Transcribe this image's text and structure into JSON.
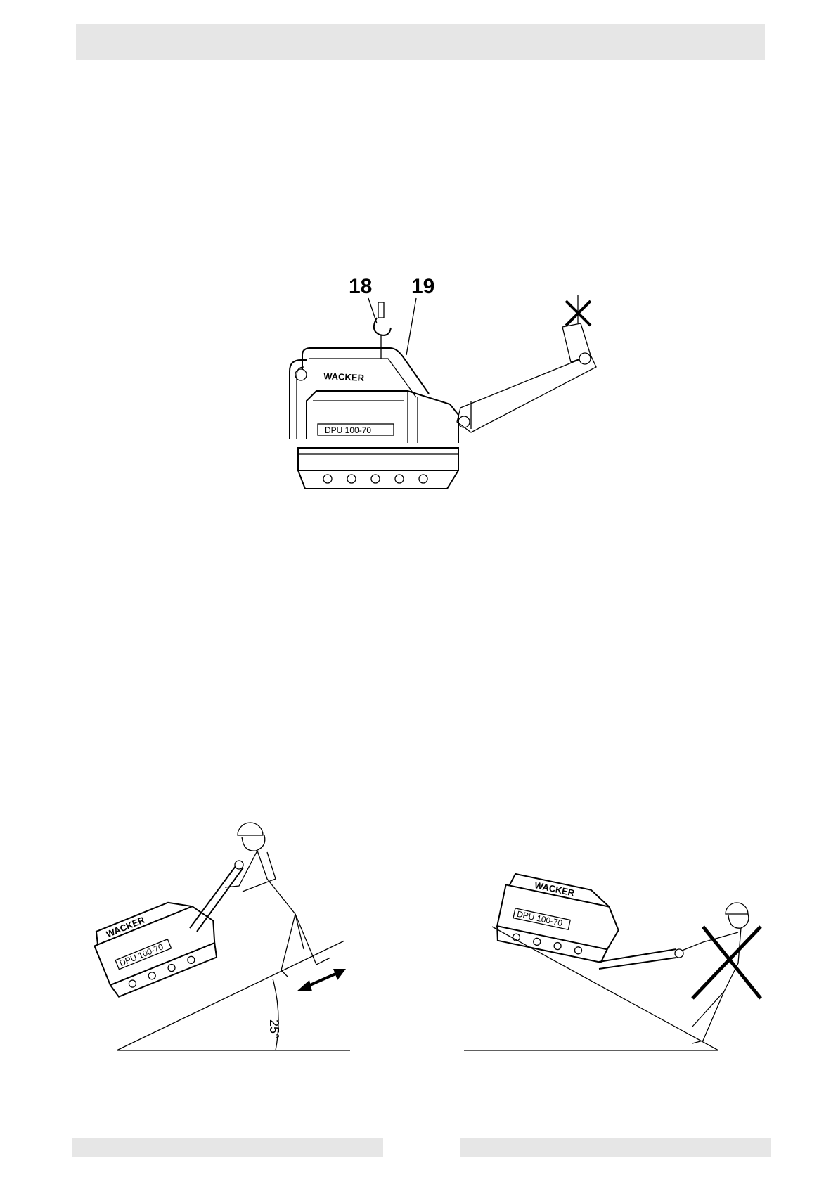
{
  "header": {
    "label": ""
  },
  "figure1": {
    "callout_a": "18",
    "callout_b": "19",
    "brand": "WACKER",
    "model_plate": "DPU 100-70"
  },
  "figure2": {
    "brand": "WACKER",
    "model_plate": "DPU 100-70",
    "angle_label": "25°"
  },
  "figure3": {
    "brand": "WACKER",
    "model_plate": "DPU 100-70"
  },
  "footer": {
    "left": "",
    "right": ""
  }
}
